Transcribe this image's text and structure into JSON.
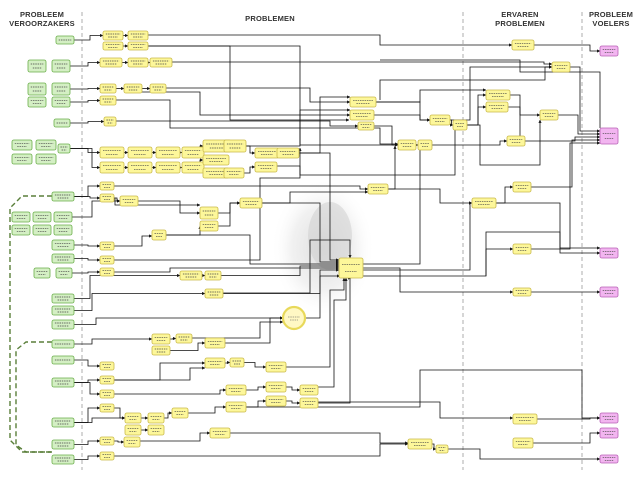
{
  "headers": {
    "veroorzakers": [
      "PROBLEEM",
      "VEROORZAKERS"
    ],
    "problemen": [
      "PROBLEMEN"
    ],
    "ervaren": [
      "ERVAREN",
      "PROBLEMEN"
    ],
    "voelers": [
      "PROBLEEM",
      "VOELERS"
    ]
  },
  "colors": {
    "cause_fill": "#d4efc4",
    "cause_stroke": "#6aae4a",
    "problem_fill": "#fdf79a",
    "problem_stroke": "#c9b94a",
    "feeler_fill": "#f2b5f0",
    "feeler_stroke": "#b860b5",
    "line": "#111111",
    "divider": "#9a9a9a",
    "feedback": "#5a7f3a"
  }
}
